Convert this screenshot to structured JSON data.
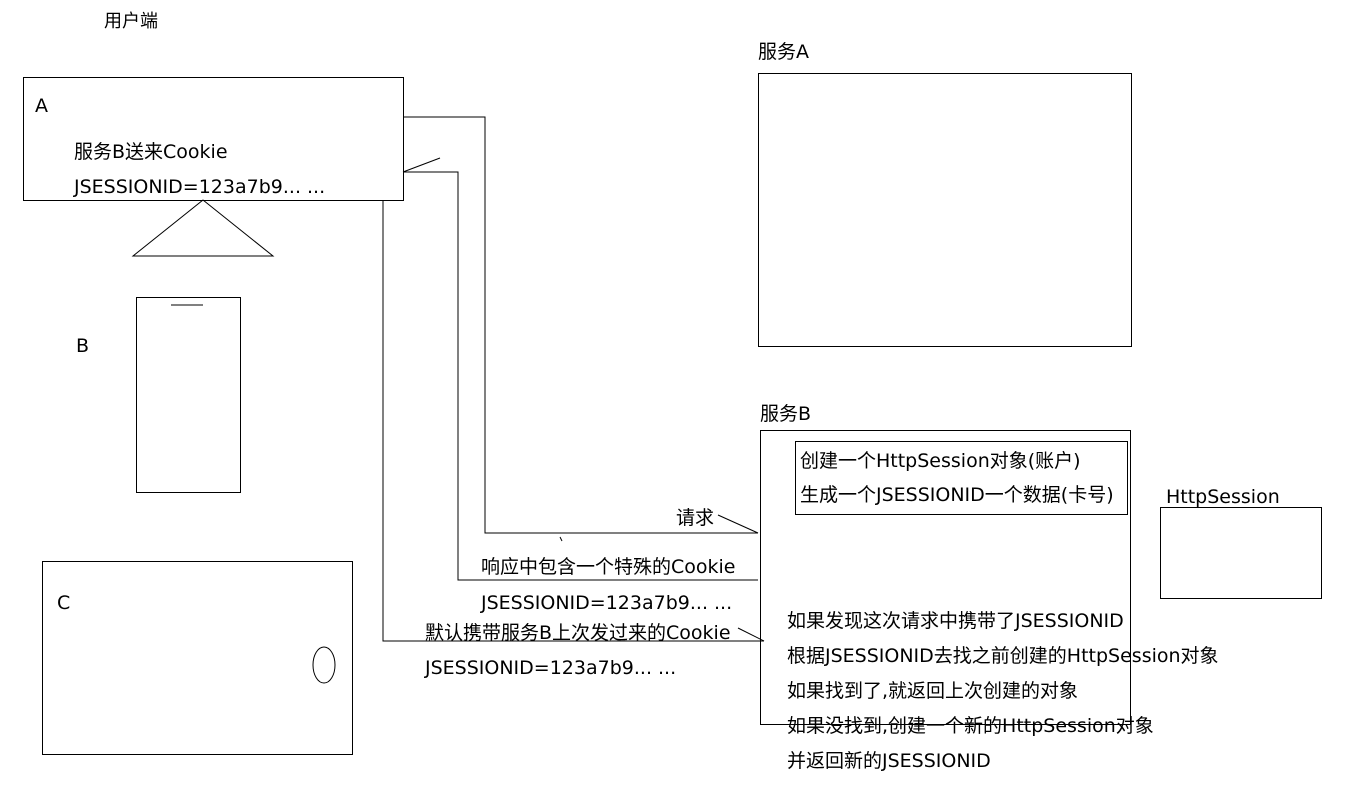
{
  "client": {
    "title": "用户端",
    "A": {
      "label": "A",
      "line1": "服务B送来Cookie",
      "line2": "JSESSIONID=123a7b9... ..."
    },
    "B": {
      "label": "B"
    },
    "C": {
      "label": "C"
    }
  },
  "serviceA": {
    "title": "服务A"
  },
  "serviceB": {
    "title": "服务B",
    "inner_line1": "创建一个HttpSession对象(账户)",
    "inner_line2": "生成一个JSESSIONID一个数据(卡号)",
    "logic": [
      "如果发现这次请求中携带了JSESSIONID",
      "根据JSESSIONID去找之前创建的HttpSession对象",
      "如果找到了,就返回上次创建的对象",
      "如果没找到,创建一个新的HttpSession对象",
      "并返回新的JSESSIONID"
    ]
  },
  "httpSession": {
    "title": "HttpSession"
  },
  "arrows": {
    "request": "请求",
    "response_line1": "响应中包含一个特殊的Cookie",
    "response_line2": "JSESSIONID=123a7b9... ...",
    "carry_line1": "默认携带服务B上次发过来的Cookie",
    "carry_line2": "JSESSIONID=123a7b9... ..."
  }
}
